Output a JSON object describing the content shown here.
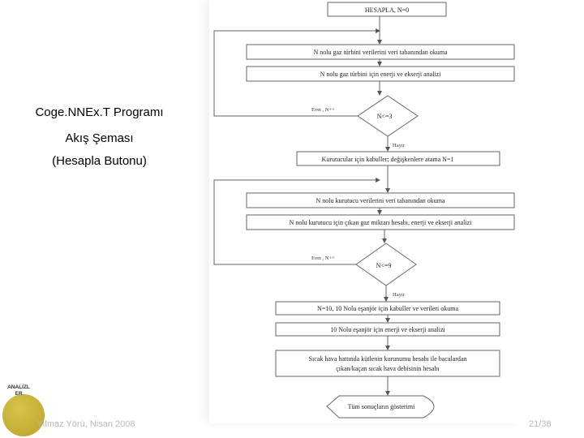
{
  "slide": {
    "title_line1": "Coge.NNEx.T Programı",
    "title_line2": "Akış Şeması",
    "title_line3": "(Hesapla Butonu)"
  },
  "flowchart": {
    "start": "HESAPLA, N=0",
    "read_turbine": "N nolu gaz türbini verilerini veri tabanından okuma",
    "analyze_turbine": "N nolu gaz türbini için enerji ve ekserji analizi",
    "loop1_yes": "Evet , N++",
    "decision1": "N<=3",
    "decision1_no": "Hayır",
    "dryer_init": "Kurutucular için kabuller; değişkenlere atama N=1",
    "read_dryer": "N nolu kurutucu verilerini veri tabanından okuma",
    "analyze_dryer": "N nolu kurutucu için çıkan gaz miktarı hesabı, enerji ve ekserji analizi",
    "loop2_yes": "Evet , N++",
    "decision2": "N<=9",
    "decision2_no": "Hayır",
    "exchanger_read": "N=10, 10 Nolu eşanjör için kabuller ve verileri okuma",
    "exchanger_analyze": "10 Nolu eşanjör için enerji ve ekserji analizi",
    "hot_air_line1": "Sıcak hava hattında kütlenin korunumu hesabı ile bacalardan",
    "hot_air_line2": "çıkan/kaçan sıcak hava debisinin hesabı",
    "show_results": "Tüm sonuçların gösterimi"
  },
  "logo": {
    "line1": "ANALİZL",
    "line2": "ER"
  },
  "footer": {
    "author": "Yılmaz Yörü, Nisan 2008",
    "page": "21/38"
  }
}
